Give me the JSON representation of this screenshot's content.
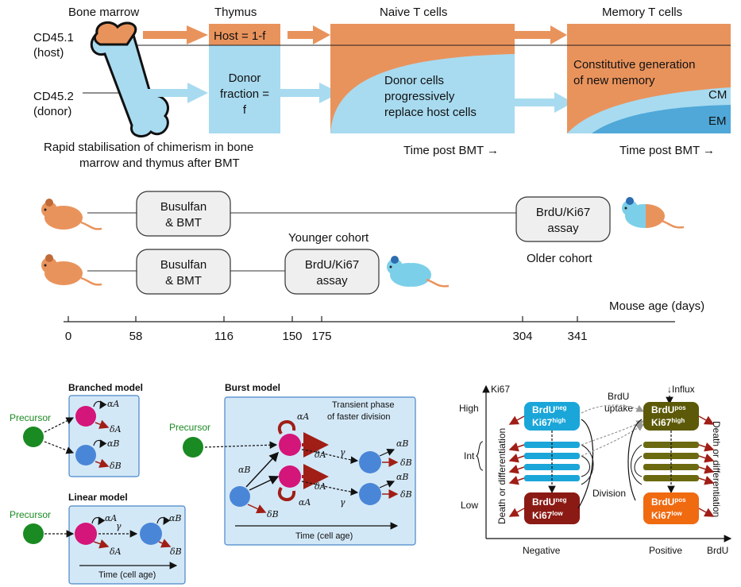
{
  "top": {
    "bone_marrow": "Bone marrow",
    "thymus": "Thymus",
    "naive": "Naive T cells",
    "memory": "Memory T cells",
    "cd451": "CD45.1",
    "host": "(host)",
    "cd452": "CD45.2",
    "donor": "(donor)",
    "host_eq": "Host = 1-f",
    "donor_frac_1": "Donor",
    "donor_frac_2": "fraction =",
    "donor_frac_3": "f",
    "replace_1": "Donor cells",
    "replace_2": "progressively",
    "replace_3": "replace host cells",
    "const_1": "Constitutive generation",
    "const_2": "of new memory",
    "cm": "CM",
    "em": "EM",
    "time1": "Time post BMT →",
    "time2": "Time post BMT →",
    "caption_1": "Rapid stabilisation of chimerism in bone",
    "caption_2": "marrow and thymus after BMT"
  },
  "timeline": {
    "busulfan_1": "Busulfan",
    "busulfan_2": "& BMT",
    "brdu_1": "BrdU/Ki67",
    "brdu_2": "assay",
    "younger": "Younger cohort",
    "older": "Older cohort",
    "axis_label": "Mouse age (days)",
    "ticks": [
      "0",
      "58",
      "116",
      "150",
      "175",
      "304",
      "341"
    ]
  },
  "models": {
    "branched": "Branched model",
    "linear": "Linear model",
    "burst": "Burst model",
    "precursor": "Precursor",
    "transient_1": "Transient phase",
    "transient_2": "of faster division",
    "time_age": "Time (cell age)",
    "alpha_a": "αA",
    "alpha_b": "αB",
    "delta_a": "δA",
    "delta_b": "δB",
    "gamma": "γ"
  },
  "ki67": {
    "yaxis": "Ki67",
    "xaxis": "BrdU",
    "high": "High",
    "int": "Int",
    "low": "Low",
    "negative": "Negative",
    "positive": "Positive",
    "influx": "↓Influx",
    "brdu_uptake_1": "BrdU",
    "brdu_uptake_2": "uptake",
    "division": "Division",
    "death": "Death or differentiation",
    "brdu": "BrdU",
    "ki67": "Ki67",
    "neg": "neg",
    "pos": "pos",
    "high_sup": "high",
    "low_sup": "low"
  },
  "colors": {
    "orange": "#E9935C",
    "lightblue": "#A8DBF0",
    "darkred": "#A01E16",
    "magenta": "#D4157A",
    "blue": "#4A86D8",
    "green": "#1A8A22"
  }
}
